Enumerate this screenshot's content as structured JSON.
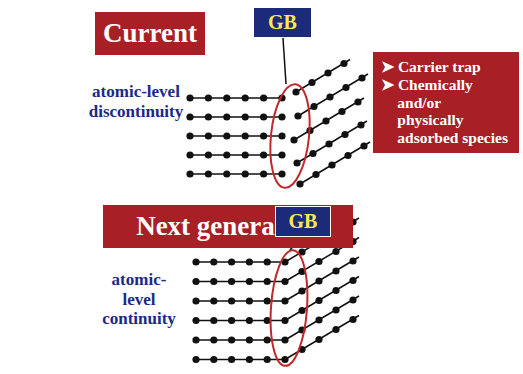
{
  "diagram": {
    "nodes": [
      {
        "text": [
          "Current"
        ]
      },
      {
        "text": [
          "GB"
        ]
      },
      {
        "text": [
          "➤ Carrier trap",
          "➤ Chemically and/or physically adsorbed species"
        ]
      },
      {
        "text": [
          "Next generation"
        ]
      },
      {
        "text": [
          "GB"
        ]
      }
    ],
    "labels": [
      "atomic-level discontinuity",
      "atomic-level continuity"
    ]
  }
}
